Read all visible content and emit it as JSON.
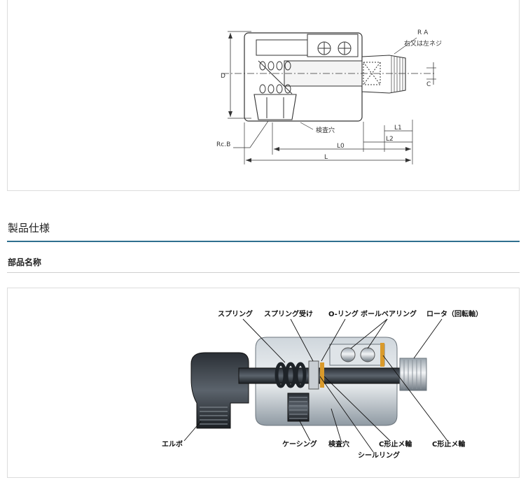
{
  "drawing": {
    "thread_note_1": "R A",
    "thread_note_2": "右又は左ネジ",
    "dim_D": "D",
    "dim_C": "C",
    "dim_RcB": "Rc.B",
    "inspection_hole": "検査穴",
    "dim_L1": "L1",
    "dim_L2": "L2",
    "dim_L0": "L0",
    "dim_L": "L"
  },
  "section": {
    "title": "製品仕様",
    "subtitle": "部品名称"
  },
  "parts": {
    "spring": "スプリング",
    "spring_seat": "スプリング受け",
    "o_ring": "O-リング",
    "ball_bearing": "ボールベアリング",
    "rotor": "ロータ（回転軸）",
    "elbow": "エルボ",
    "casing": "ケーシング",
    "inspection_hole": "検査穴",
    "c_ring_1": "C形止メ輪",
    "c_ring_2": "C形止メ輪",
    "seal_ring": "シールリング"
  }
}
